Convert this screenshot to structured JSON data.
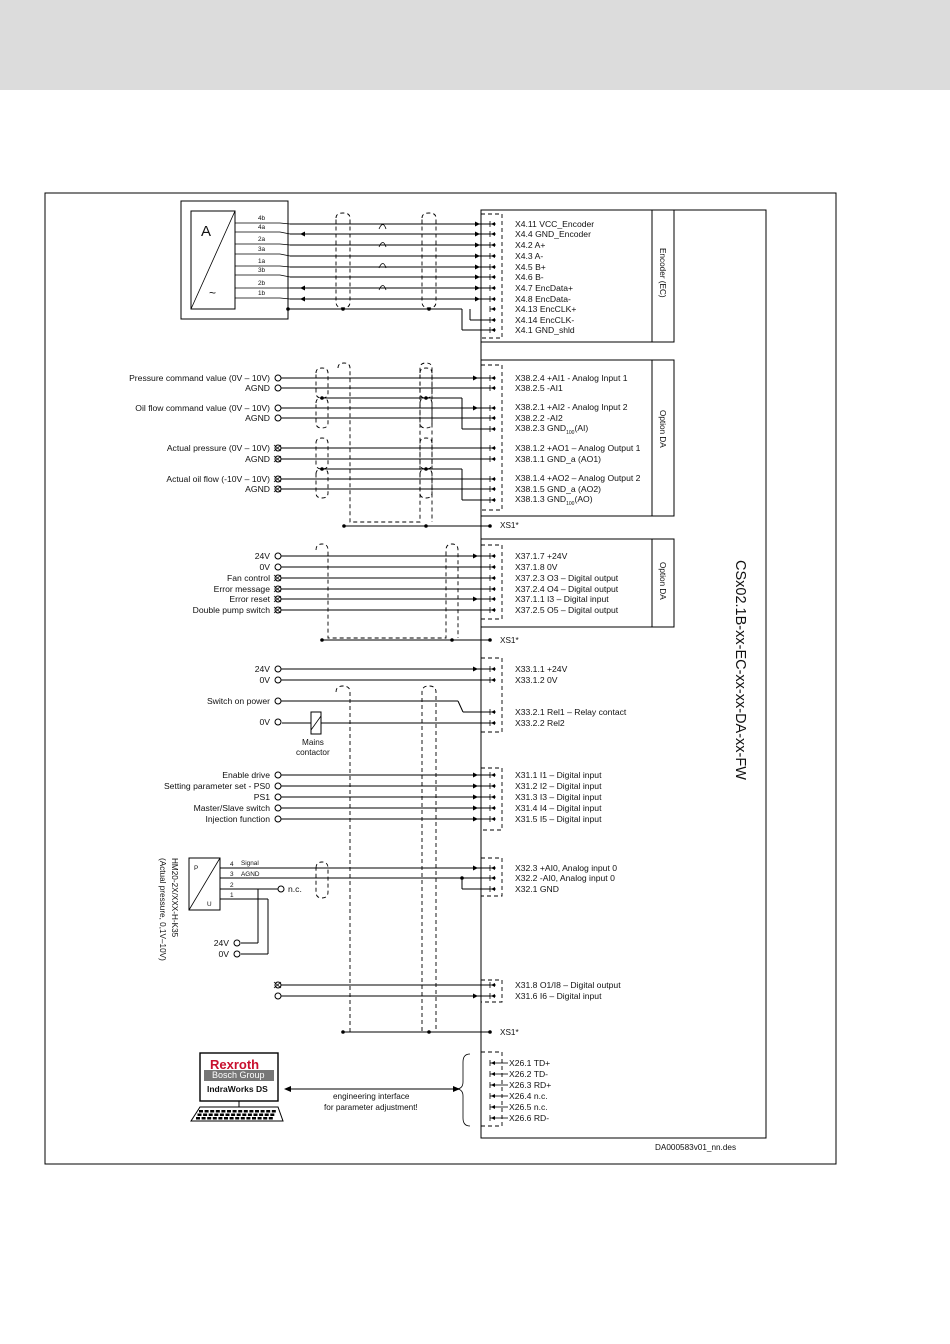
{
  "title": "CSx02.1B-xx-EC-xx-xx-DA-xx-FW",
  "drawing_id": "DA000583v01_nn.des",
  "xs1_label": "XS1*",
  "sections": {
    "encoder": "Encoder (EC)",
    "option_da": "Option DA"
  },
  "encoder_pins": [
    "4b",
    "4a",
    "2a",
    "3a",
    "1a",
    "3b",
    "2b",
    "1b"
  ],
  "encoder_terminals": [
    "X4.11 VCC_Encoder",
    "X4.4 GND_Encoder",
    "X4.2 A+",
    "X4.3 A-",
    "X4.5 B+",
    "X4.6 B-",
    "X4.7 EncData+",
    "X4.8 EncData-",
    "X4.13 EncCLK+",
    "X4.14 EncCLK-",
    "X4.1 GND_shld"
  ],
  "analog_signals": [
    "Pressure command value (0V – 10V)",
    "AGND",
    "Oil flow command value (0V – 10V)",
    "AGND",
    "Actual pressure (0V – 10V)",
    "AGND",
    "Actual oil flow (-10V – 10V)",
    "AGND"
  ],
  "analog_terminals": {
    "t1": "X38.2.4 +AI1 - Analog Input 1",
    "t2": "X38.2.5 -AI1",
    "t3": "X38.2.1 +AI2 - Analog Input 2",
    "t4": "X38.2.2 -AI2",
    "t5a": "X38.2.3 GND",
    "t5sub": "100",
    "t5b": "(AI)",
    "t6": "X38.1.2 +AO1 – Analog Output 1",
    "t7": "X38.1.1 GND_a (AO1)",
    "t8": "X38.1.4 +AO2 – Analog Output 2",
    "t9": "X38.1.5 GND_a (AO2)",
    "t10a": "X38.1.3 GND",
    "t10sub": "100",
    "t10b": "(AO)"
  },
  "digital1_signals": [
    "24V",
    "0V",
    "Fan control",
    "Error message",
    "Error reset",
    "Double pump switch"
  ],
  "digital1_terminals": [
    "X37.1.7 +24V",
    "X37.1.8 0V",
    "X37.2.3 O3 – Digital output",
    "X37.2.4 O4 – Digital output",
    "X37.1.1 I3    – Digital input",
    "X37.2.5 O5 – Digital output"
  ],
  "power_signals": [
    "24V",
    "0V",
    "Switch on power",
    "0V"
  ],
  "power_terminals": [
    "X33.1.1 +24V",
    "X33.1.2     0V",
    "X33.2.1 Rel1 – Relay contact",
    "X33.2.2 Rel2"
  ],
  "mains_contactor": [
    "Mains",
    "contactor"
  ],
  "digital2_signals": [
    "Enable drive",
    "Setting parameter set - PS0",
    "PS1",
    "Master/Slave switch",
    "Injection function"
  ],
  "digital2_terminals": [
    "X31.1 I1 – Digital input",
    "X31.2 I2 – Digital input",
    "X31.3 I3 – Digital input",
    "X31.4 I4 – Digital input",
    "X31.5 I5 – Digital input"
  ],
  "sensor": {
    "type_line": "HM20-2X/XXX-H-K35",
    "desc_line": "(Actual pressure, 0,1V–10V)",
    "pins": [
      "4",
      "3",
      "2",
      "1"
    ],
    "letters": [
      "P",
      "U"
    ],
    "signal": "Signal",
    "agnd": "AGND",
    "nc": "n.c.",
    "v24": "24V",
    "v0": "0V"
  },
  "ai0_terminals": [
    "X32.3 +AI0, Analog input 0",
    "X32.2  -AI0, Analog input 0",
    "X32.1   GND"
  ],
  "io8_terminals": [
    "X31.8 O1/I8 – Digital output",
    "X31.6 I6       – Digital input"
  ],
  "eth_terminals": [
    "X26.1 TD+",
    "X26.2 TD-",
    "X26.3 RD+",
    "X26.4 n.c.",
    "X26.5 n.c.",
    "X26.6 RD-"
  ],
  "engineering": [
    "engineering interface",
    "for parameter adjustment!"
  ],
  "laptop": {
    "brand": "Rexroth",
    "group": "Bosch Group",
    "software": "IndraWorks DS"
  }
}
